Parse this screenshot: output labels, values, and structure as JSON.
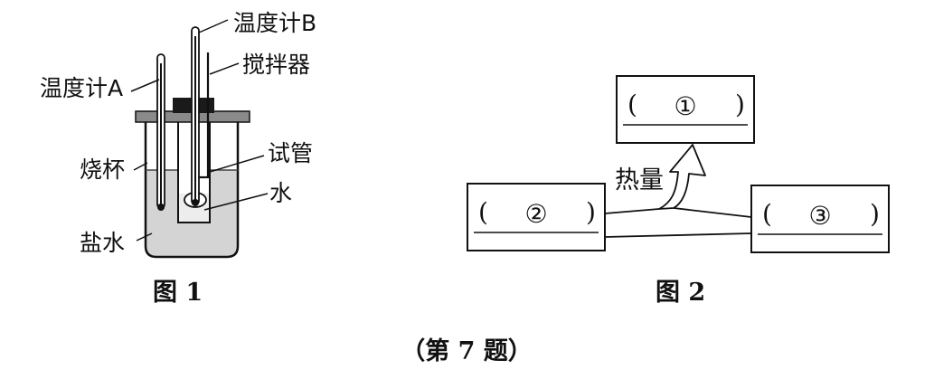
{
  "figure1": {
    "labels": {
      "thermometer_b": "温度计B",
      "stirrer": "搅拌器",
      "thermometer_a": "温度计A",
      "test_tube": "试管",
      "beaker": "烧杯",
      "water": "水",
      "salt_water": "盐水"
    },
    "caption": "图 1"
  },
  "figure2": {
    "box1": {
      "open": "(",
      "mark": "①",
      "close": ")"
    },
    "box2": {
      "open": "(",
      "mark": "②",
      "close": ")"
    },
    "box3": {
      "open": "(",
      "mark": "③",
      "close": ")"
    },
    "arrow_label": "热量",
    "caption": "图 2"
  },
  "question_caption": "（第 7 题）"
}
